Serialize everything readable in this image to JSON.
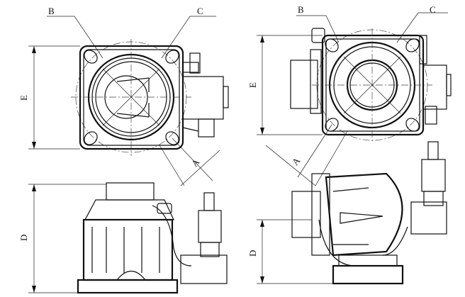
{
  "labels": {
    "top_left": {
      "b": "B",
      "c": "C",
      "e": "E",
      "a": "A"
    },
    "top_right": {
      "b": "B",
      "c": "C",
      "e": "E",
      "a": "A"
    },
    "bottom_left": {
      "d": "D"
    },
    "bottom_right": {
      "d": "D"
    }
  }
}
